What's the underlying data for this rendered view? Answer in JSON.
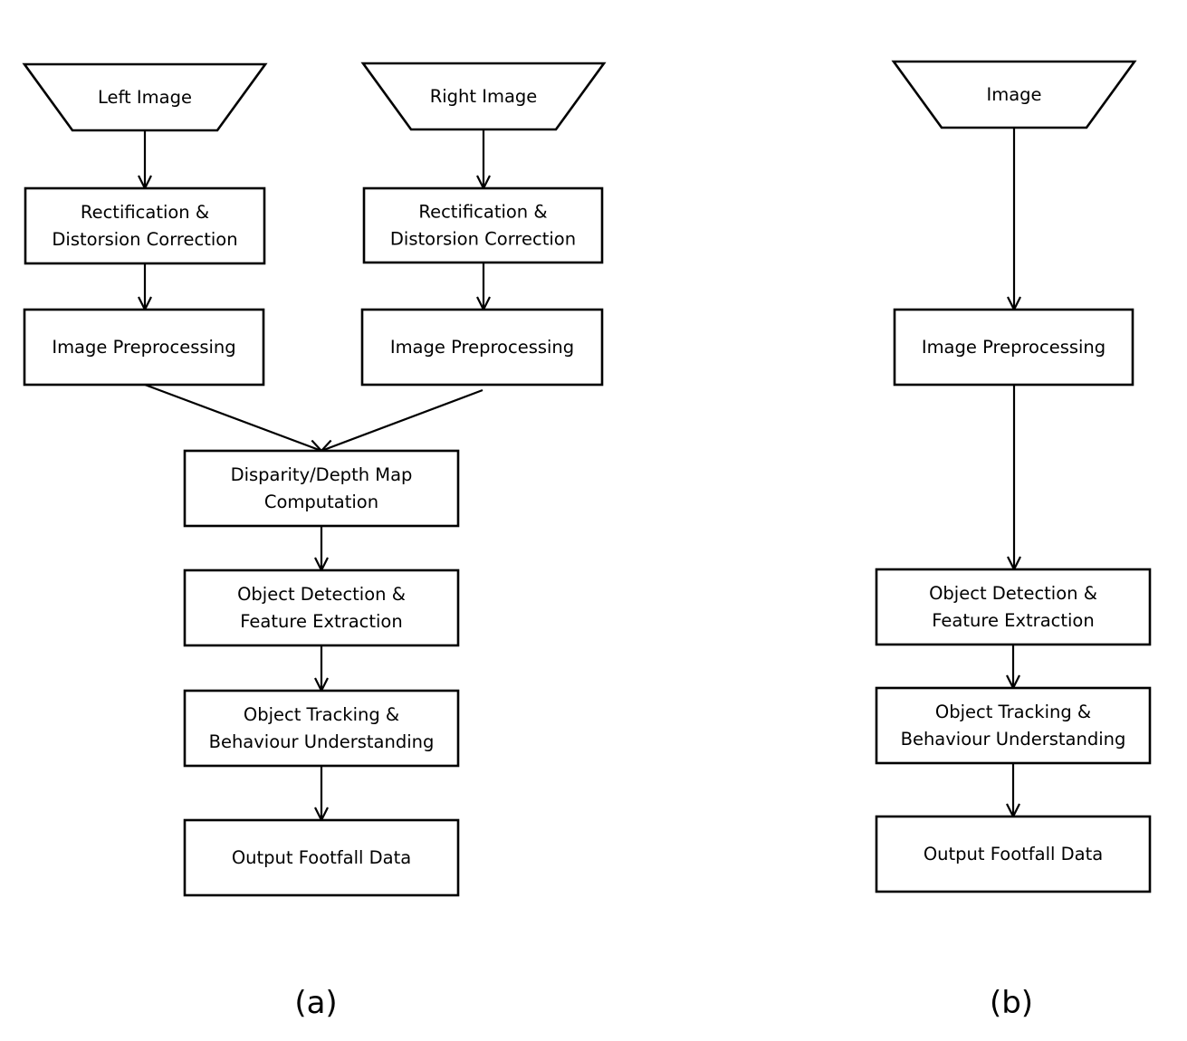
{
  "diagram": {
    "nodes": [
      {
        "id": "left_image",
        "shape": "trapezoid",
        "lines": [
          "Left Image"
        ]
      },
      {
        "id": "right_image",
        "shape": "trapezoid",
        "lines": [
          "Right Image"
        ]
      },
      {
        "id": "rect_left",
        "shape": "rect",
        "lines": [
          "Rectification &",
          "Distorsion Correction"
        ]
      },
      {
        "id": "rect_right",
        "shape": "rect",
        "lines": [
          "Rectification &",
          "Distorsion Correction"
        ]
      },
      {
        "id": "prep_left",
        "shape": "rect",
        "lines": [
          "Image Preprocessing"
        ]
      },
      {
        "id": "prep_right",
        "shape": "rect",
        "lines": [
          "Image Preprocessing"
        ]
      },
      {
        "id": "disparity",
        "shape": "rect",
        "lines": [
          "Disparity/Depth Map",
          "Computation"
        ]
      },
      {
        "id": "detect_a",
        "shape": "rect",
        "lines": [
          "Object Detection &",
          "Feature Extraction"
        ]
      },
      {
        "id": "track_a",
        "shape": "rect",
        "lines": [
          "Object Tracking &",
          "Behaviour Understanding"
        ]
      },
      {
        "id": "output_a",
        "shape": "rect",
        "lines": [
          "Output Footfall Data"
        ]
      },
      {
        "id": "image_b",
        "shape": "trapezoid",
        "lines": [
          "Image"
        ]
      },
      {
        "id": "prep_b",
        "shape": "rect",
        "lines": [
          "Image Preprocessing"
        ]
      },
      {
        "id": "detect_b",
        "shape": "rect",
        "lines": [
          "Object Detection &",
          "Feature Extraction"
        ]
      },
      {
        "id": "track_b",
        "shape": "rect",
        "lines": [
          "Object Tracking &",
          "Behaviour Understanding"
        ]
      },
      {
        "id": "output_b",
        "shape": "rect",
        "lines": [
          "Output Footfall Data"
        ]
      }
    ],
    "edges": [
      {
        "from": "left_image",
        "to": "rect_left"
      },
      {
        "from": "right_image",
        "to": "rect_right"
      },
      {
        "from": "rect_left",
        "to": "prep_left"
      },
      {
        "from": "rect_right",
        "to": "prep_right"
      },
      {
        "from": "prep_left",
        "to": "disparity"
      },
      {
        "from": "prep_right",
        "to": "disparity"
      },
      {
        "from": "disparity",
        "to": "detect_a"
      },
      {
        "from": "detect_a",
        "to": "track_a"
      },
      {
        "from": "track_a",
        "to": "output_a"
      },
      {
        "from": "image_b",
        "to": "prep_b"
      },
      {
        "from": "prep_b",
        "to": "detect_b"
      },
      {
        "from": "detect_b",
        "to": "track_b"
      },
      {
        "from": "track_b",
        "to": "output_b"
      }
    ],
    "panel_labels": [
      {
        "id": "a",
        "text": "(a)"
      },
      {
        "id": "b",
        "text": "(b)"
      }
    ]
  }
}
